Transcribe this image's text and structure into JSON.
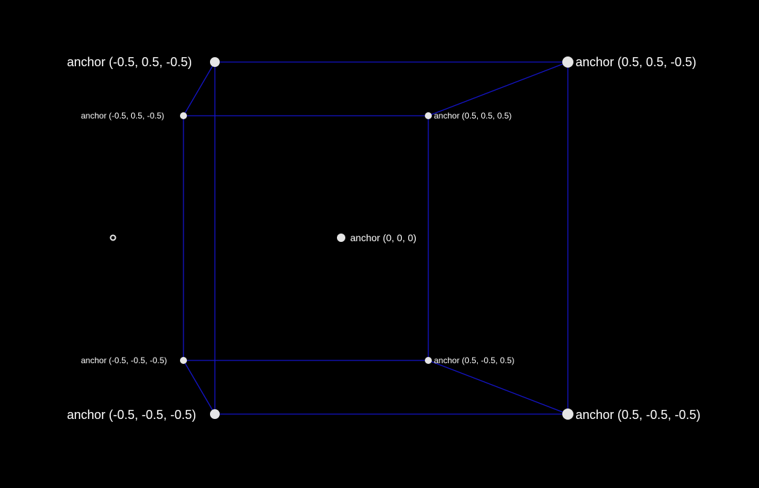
{
  "scene": {
    "background_color": "#000000",
    "edge_color": "#1414c8",
    "point_color": "#e6e6e6",
    "origin_marker_icon": "ring-icon"
  },
  "anchors": {
    "center": {
      "label": "anchor (0, 0, 0)"
    },
    "back_top_left": {
      "label": "anchor (-0.5, 0.5, -0.5)"
    },
    "back_top_right": {
      "label": "anchor (0.5, 0.5, -0.5)"
    },
    "back_bottom_left": {
      "label": "anchor (-0.5, -0.5, -0.5)"
    },
    "back_bottom_right": {
      "label": "anchor (0.5, -0.5, -0.5)"
    },
    "front_top_left": {
      "label": "anchor (-0.5, 0.5, -0.5)"
    },
    "front_top_right": {
      "label": "anchor (0.5, 0.5, 0.5)"
    },
    "front_bottom_left": {
      "label": "anchor (-0.5, -0.5, -0.5)"
    },
    "front_bottom_right": {
      "label": "anchor (0.5, -0.5, 0.5)"
    }
  }
}
